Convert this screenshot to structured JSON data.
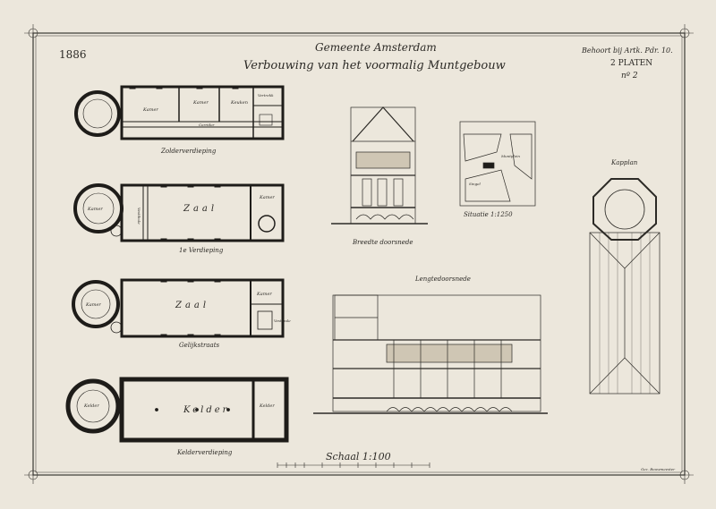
{
  "header": {
    "year": "1886",
    "municipality": "Gemeente Amsterdam",
    "title": "Verbouwing van het voormalig Muntgebouw",
    "ref_line": "Behoort bij Artk. Pdr. 10.",
    "plates": "2 PLATEN",
    "plate_no": "nº 2"
  },
  "plans": {
    "zolder": {
      "caption": "Zolderverdieping",
      "rooms": [
        "Kamer",
        "Kamer",
        "Keuken",
        "Corridor",
        "Vertrekk"
      ]
    },
    "first": {
      "caption": "1e Verdieping",
      "rooms": [
        "Kamer",
        "Zaal",
        "Kamer",
        "Vestibule"
      ]
    },
    "ground": {
      "caption": "Gelijkstraats",
      "rooms": [
        "Kamer",
        "Zaal",
        "Kamer",
        "Vestibule"
      ]
    },
    "kelder": {
      "caption": "Kelderverdieping",
      "rooms": [
        "Kelder",
        "Kelder",
        "Kelder"
      ]
    }
  },
  "sections": {
    "cross": {
      "caption": "Breedte doorsnede"
    },
    "long": {
      "caption": "Lengtedoorsnede"
    }
  },
  "situation": {
    "caption": "Situatie 1:1250",
    "labels": [
      "Singel",
      "Muntplein"
    ]
  },
  "roof": {
    "caption": "Kapplan"
  },
  "scale": {
    "caption": "Schaal 1:100"
  },
  "signature": {
    "text": "Gez. Bouwmeester"
  },
  "colors": {
    "paper": "#ece7dc",
    "ink": "#2c2a26",
    "wall": "#1e1c19",
    "frame": "#3a3833"
  }
}
